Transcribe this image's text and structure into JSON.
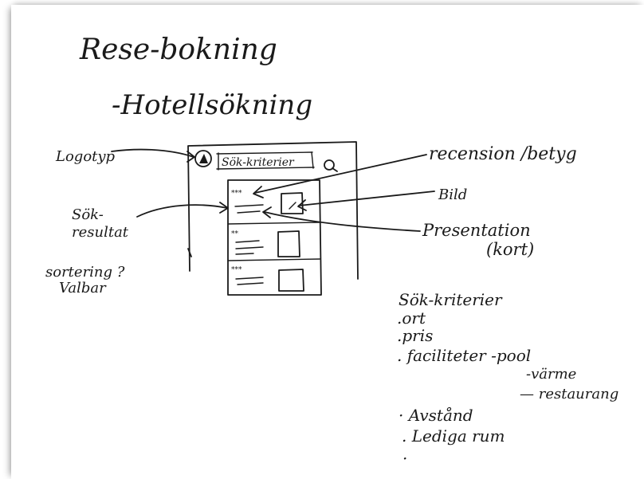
{
  "title": "Rese-bokning",
  "subtitle": "-Hotellsökning",
  "labels": {
    "logotyp": "Logotyp",
    "sok": "Sök-",
    "resultat": "resultat",
    "sortering": "sortering ?",
    "valbar": "Valbar",
    "recension": "recension /betyg",
    "bild": "Bild",
    "presentation": "Presentation",
    "kort": "(kort)"
  },
  "wireframe": {
    "search_box": "Sök-kriterier",
    "ratings": [
      "***",
      "**",
      "***"
    ]
  },
  "criteria": {
    "heading": "Sök-kriterier",
    "items": [
      ".ort",
      ".pris",
      ". faciliteter -pool",
      "· Avstånd",
      ". Lediga rum",
      "·"
    ],
    "sub_items": [
      "-värme",
      "— restaurang"
    ]
  }
}
